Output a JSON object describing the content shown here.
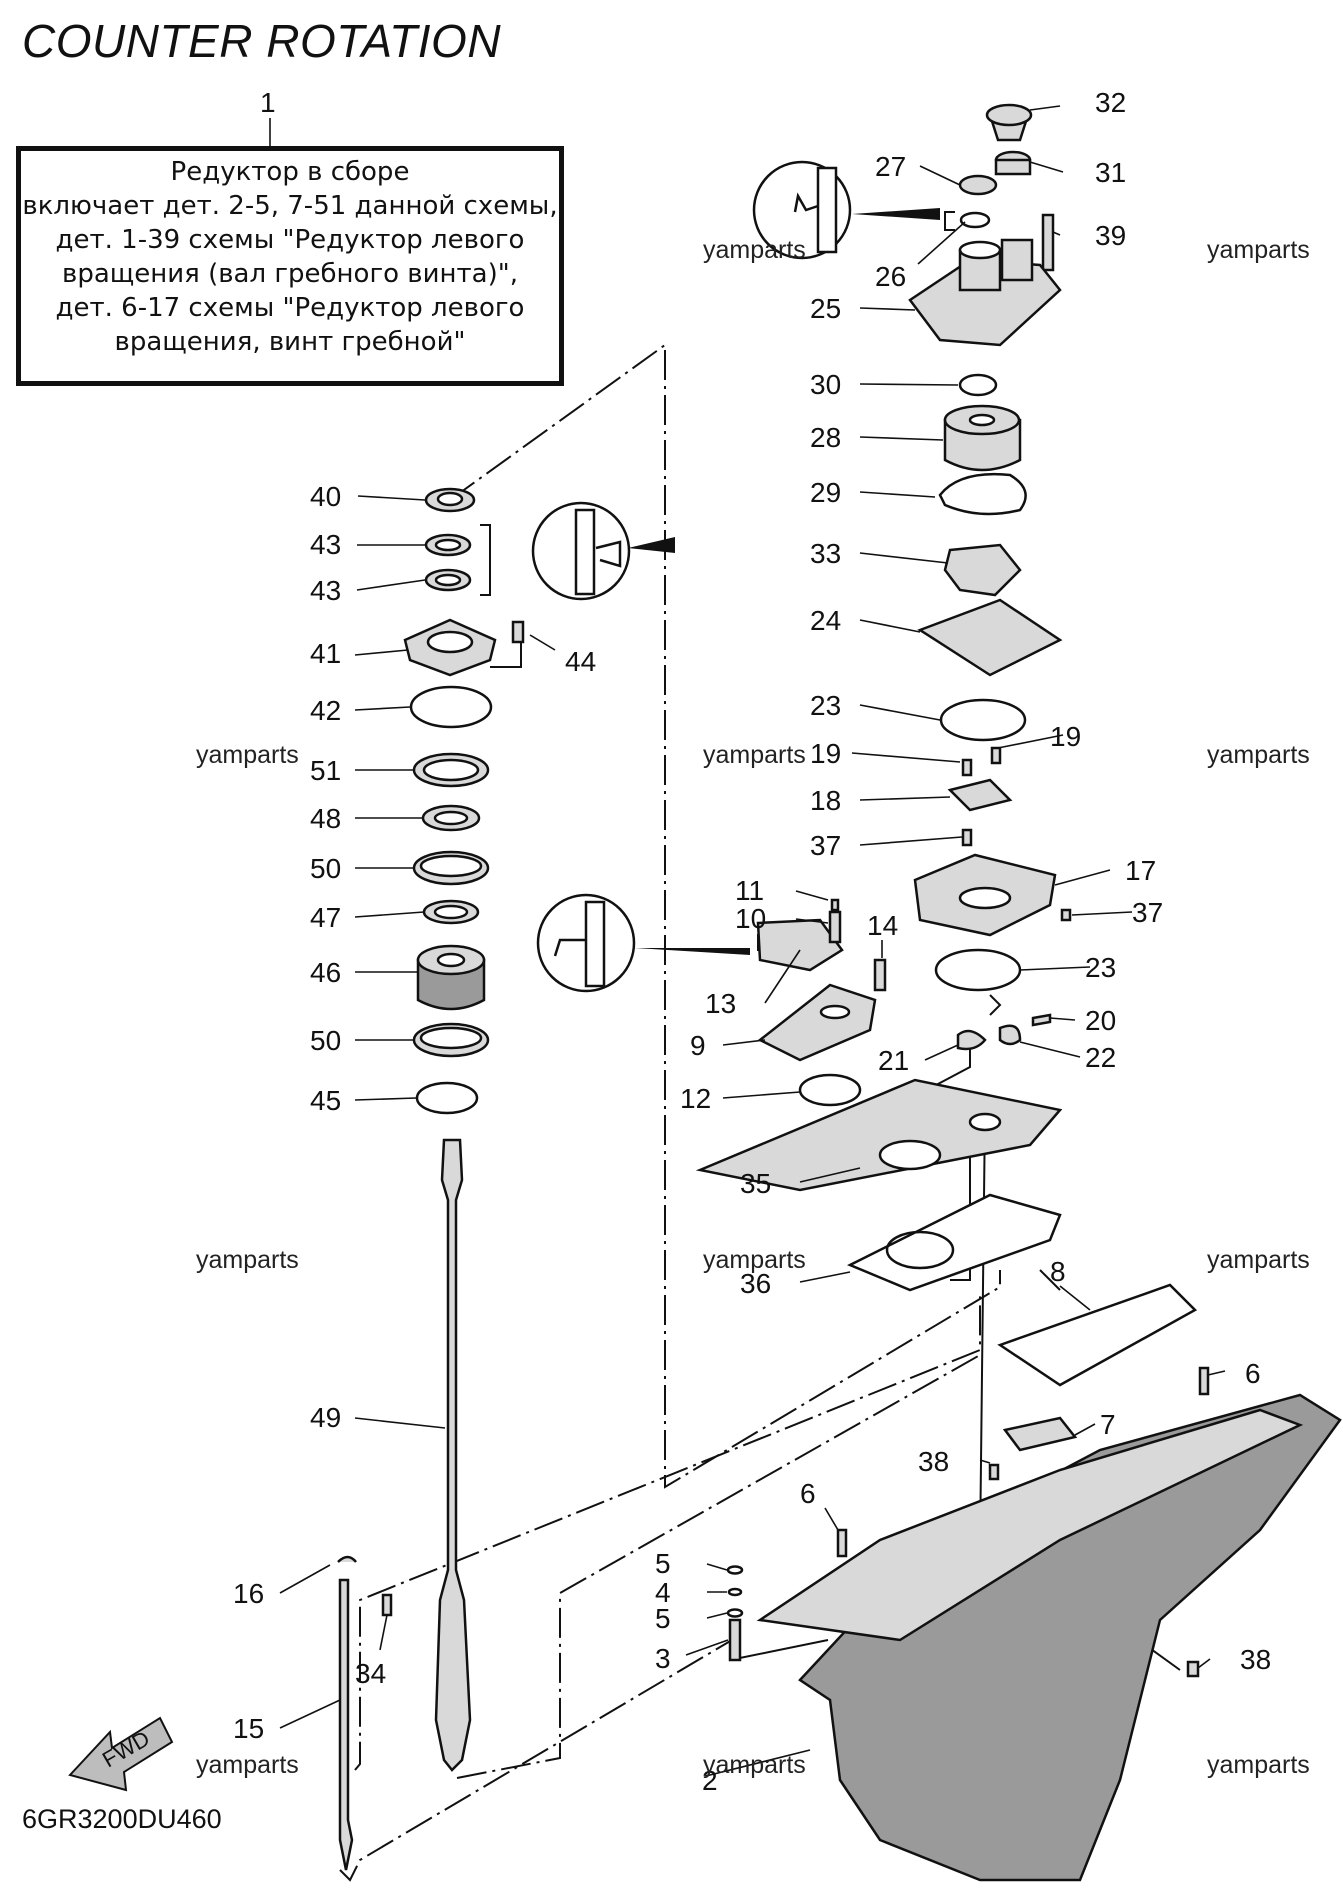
{
  "title": "COUNTER ROTATION",
  "assembly_note": {
    "number": "1",
    "lines": [
      "Редуктор в сборе",
      "включает дет. 2-5, 7-51 данной схемы,",
      "дет. 1-39 схемы \"Редуктор левого",
      "вращения (вал гребного винта)\",",
      "дет. 6-17 схемы \"Редуктор левого",
      "вращения, винт гребной\""
    ]
  },
  "diagram_code": "6GR3200DU460",
  "fwd_label": "FWD",
  "watermark": "yamparts",
  "callouts": {
    "c2": "2",
    "c3": "3",
    "c4": "4",
    "c5a": "5",
    "c5b": "5",
    "c6a": "6",
    "c6b": "6",
    "c7": "7",
    "c8": "8",
    "c9": "9",
    "c10": "10",
    "c11": "11",
    "c12": "12",
    "c13": "13",
    "c14": "14",
    "c15": "15",
    "c16": "16",
    "c17": "17",
    "c18": "18",
    "c19a": "19",
    "c19b": "19",
    "c20": "20",
    "c21": "21",
    "c22": "22",
    "c23a": "23",
    "c23b": "23",
    "c24": "24",
    "c25": "25",
    "c26": "26",
    "c27": "27",
    "c28": "28",
    "c29": "29",
    "c30": "30",
    "c31": "31",
    "c32": "32",
    "c33": "33",
    "c34": "34",
    "c35": "35",
    "c36": "36",
    "c37a": "37",
    "c37b": "37",
    "c38a": "38",
    "c38b": "38",
    "c39": "39",
    "c40": "40",
    "c41": "41",
    "c42": "42",
    "c43a": "43",
    "c43b": "43",
    "c44": "44",
    "c45": "45",
    "c46": "46",
    "c47": "47",
    "c48": "48",
    "c49": "49",
    "c50a": "50",
    "c50b": "50",
    "c51": "51"
  }
}
